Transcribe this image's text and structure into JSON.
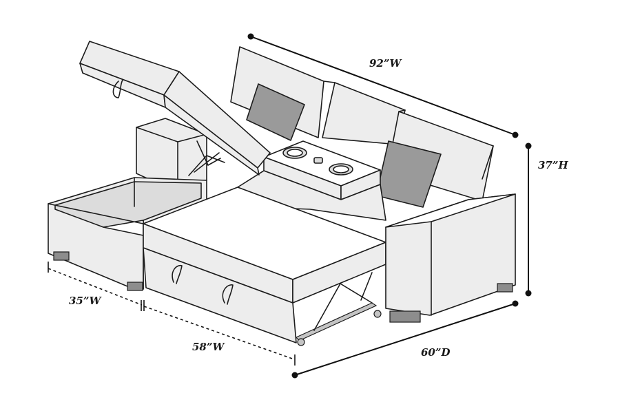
{
  "dimensions": {
    "width_total": "92”W",
    "height": "37”H",
    "depth": "60”D",
    "chaise_width": "35”W",
    "sofa_width": "58”W"
  },
  "colors": {
    "outline": "#1c1c1c",
    "upholstery": "#ededed",
    "pillow": "#9a9a9a",
    "background": "#ffffff"
  }
}
